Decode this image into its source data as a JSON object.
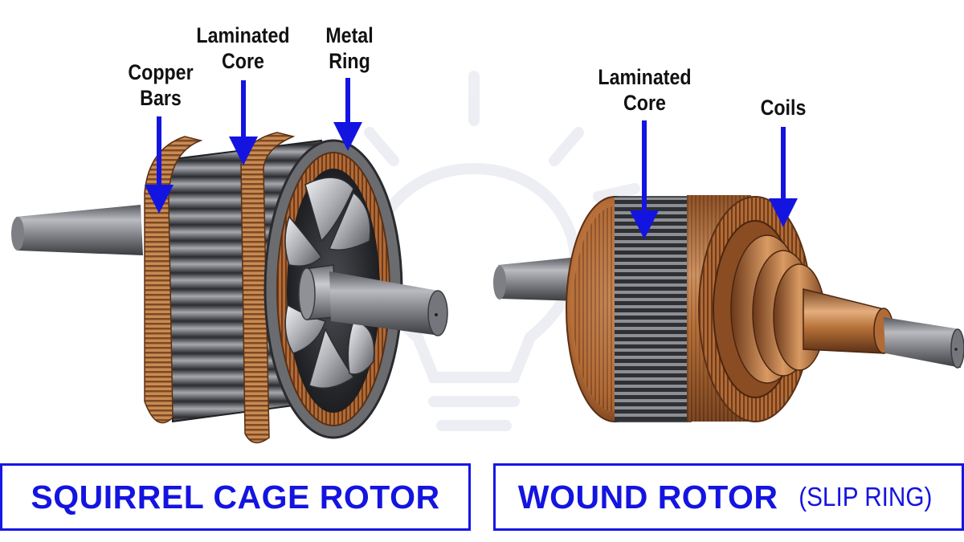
{
  "rotors": [
    {
      "title": "SQUIRREL CAGE ROTOR",
      "subtitle": "",
      "labels": {
        "copper_bars": [
          "Copper",
          "Bars"
        ],
        "laminated_core": [
          "Laminated",
          "Core"
        ],
        "metal_ring": [
          "Metal",
          "Ring"
        ]
      }
    },
    {
      "title": "WOUND ROTOR",
      "subtitle": "(SLIP RING)",
      "labels": {
        "laminated_core": [
          "Laminated",
          "Core"
        ],
        "coils": [
          "Coils"
        ]
      }
    }
  ],
  "colors": {
    "arrow": "#1414e0",
    "copper": "#b8703a",
    "steel": "#5f6166",
    "shaft": "#8c8e93",
    "watermark": "#e6e8ef"
  },
  "icons": {
    "watermark": "lightbulb-icon"
  }
}
